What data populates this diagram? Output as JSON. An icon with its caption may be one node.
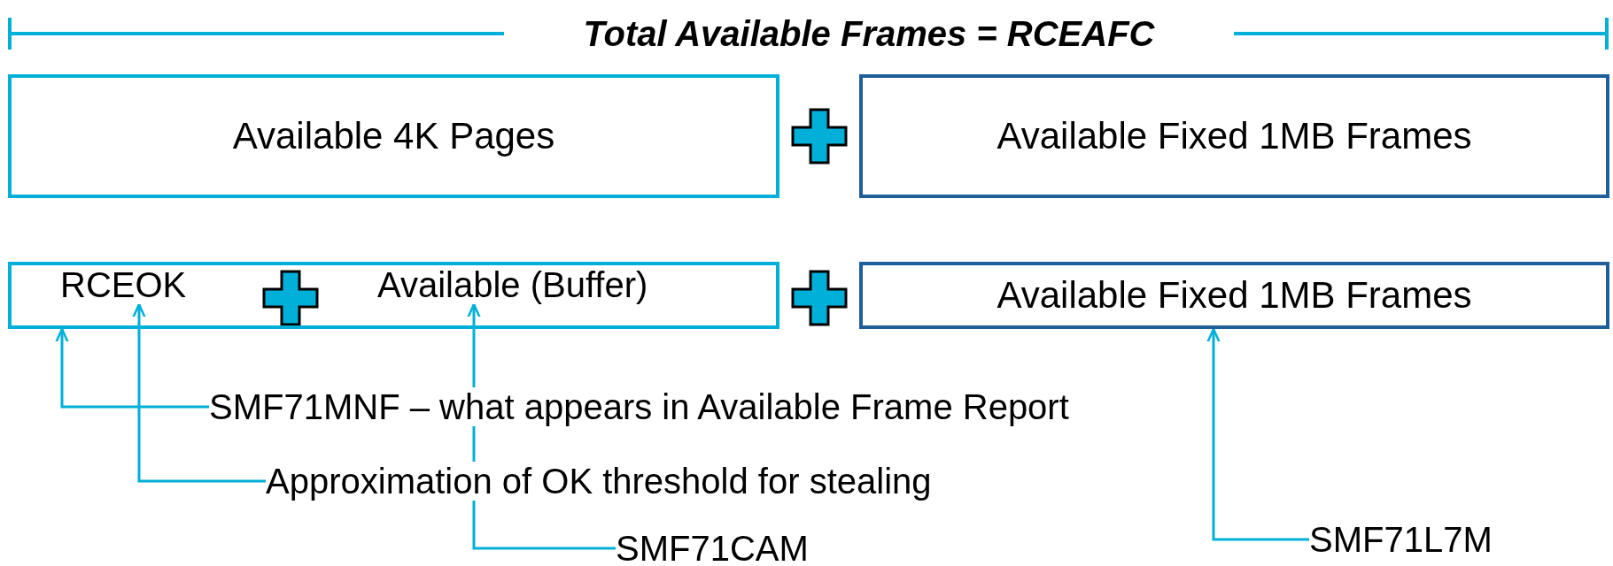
{
  "diagram": {
    "title": "Total Available Frames = RCEAFC",
    "nodes": [
      {
        "text": [
          "Available 4K Pages"
        ]
      },
      {
        "text": [
          "Available Fixed 1MB Frames"
        ]
      },
      {
        "text": [],
        "shape": "box"
      },
      {
        "text": [
          "RCEOK"
        ],
        "in": 2
      },
      {
        "text": [
          "Available (Buffer)"
        ],
        "in": 2
      },
      {
        "text": [
          "Available Fixed 1MB Frames"
        ]
      },
      {
        "text": [
          "SMF71MNF – what appears in Available Frame Report"
        ]
      },
      {
        "text": [
          "Approximation of OK threshold for stealing"
        ]
      },
      {
        "text": [
          "SMF71CAM"
        ]
      },
      {
        "text": [
          "SMF71L7M"
        ]
      }
    ],
    "edges": [
      {
        "from": 6,
        "to": 2,
        "arrow": "to"
      },
      {
        "from": 7,
        "to": 3,
        "arrow": "to"
      },
      {
        "from": 8,
        "to": 4,
        "arrow": "to"
      },
      {
        "from": 9,
        "to": 5,
        "arrow": "to"
      }
    ]
  }
}
